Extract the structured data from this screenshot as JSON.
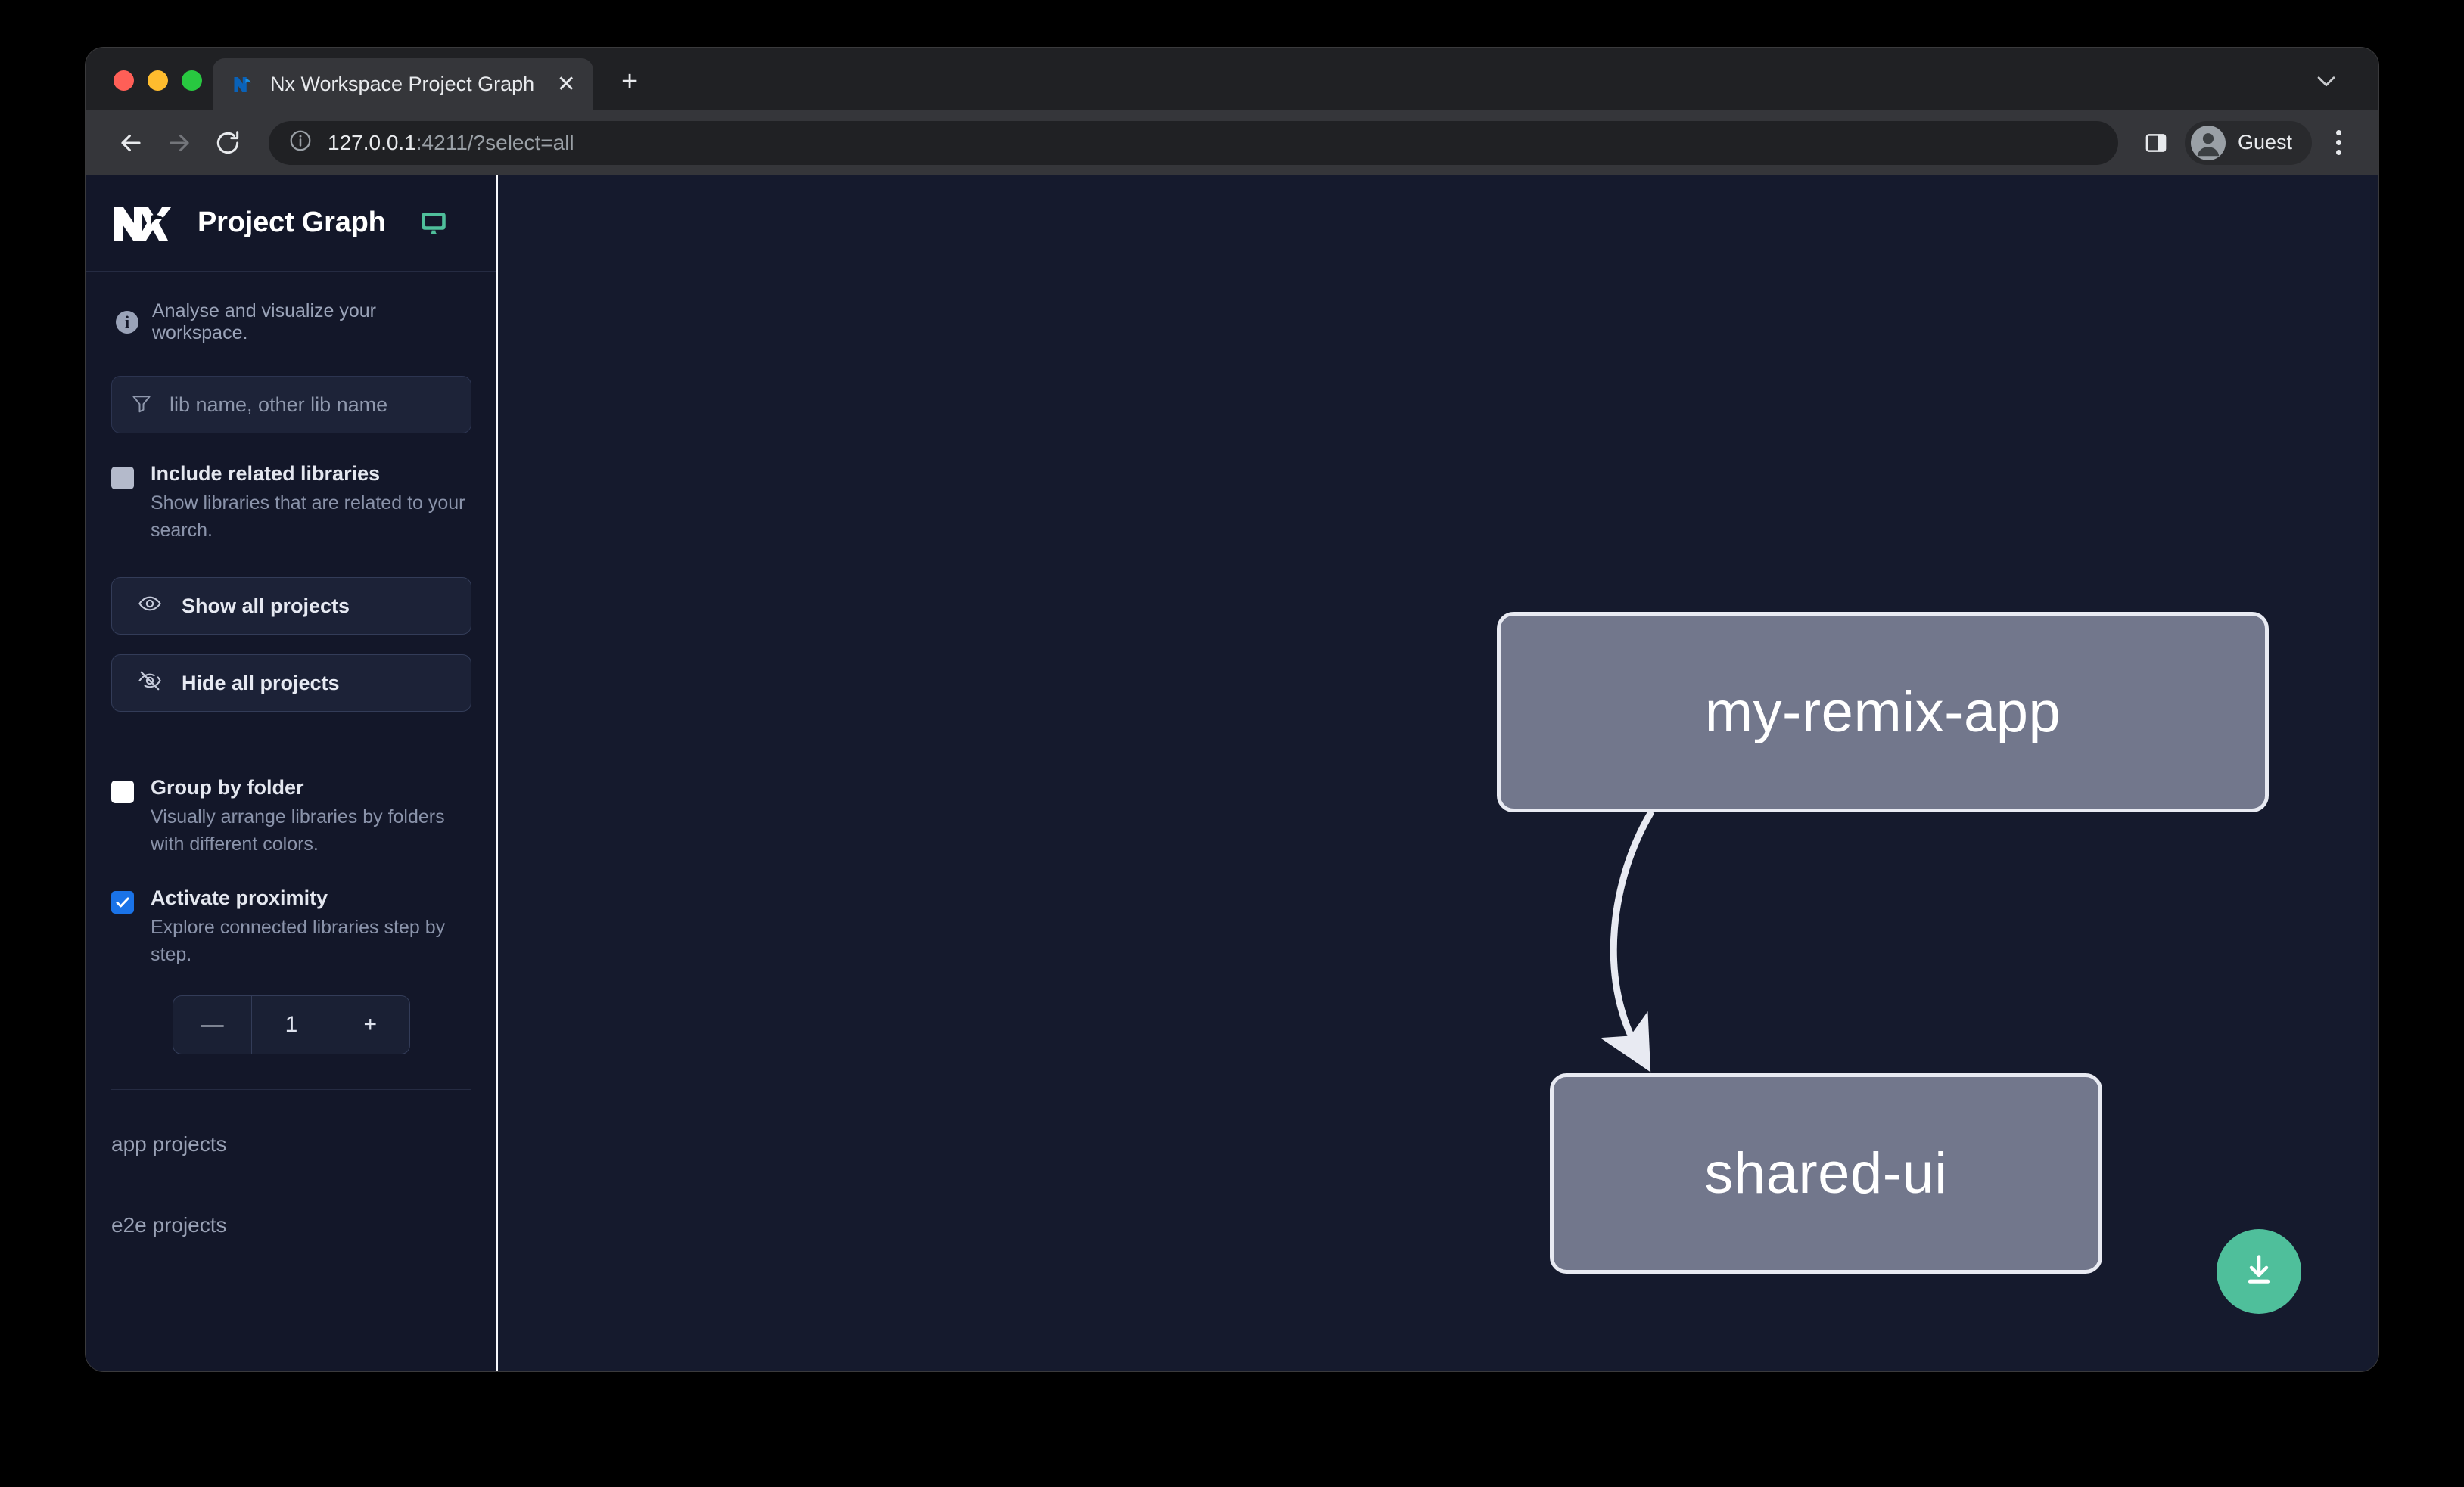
{
  "browser": {
    "tab": {
      "title": "Nx Workspace Project Graph",
      "favicon_icon": "nx-favicon-icon",
      "close_icon": "close-icon"
    },
    "new_tab_label": "+",
    "tabstrip_caret_icon": "chevron-down-icon",
    "toolbar": {
      "back_icon": "arrow-left-icon",
      "forward_icon": "arrow-right-icon",
      "reload_icon": "reload-icon",
      "site_info_icon": "info-circle-icon",
      "url_host": "127.0.0.1",
      "url_rest": ":4211/?select=all",
      "side_panel_icon": "side-panel-icon",
      "profile_name": "Guest",
      "avatar_icon": "person-avatar-icon",
      "menu_icon": "kebab-menu-icon"
    }
  },
  "sidebar": {
    "logo_icon": "nx-logo-icon",
    "title": "Project Graph",
    "monitor_icon": "monitor-icon",
    "hint": {
      "icon": "info-icon",
      "text": "Analyse and visualize your workspace."
    },
    "search": {
      "icon": "filter-funnel-icon",
      "placeholder": "lib name, other lib name",
      "value": ""
    },
    "include_related": {
      "label": "Include related libraries",
      "description": "Show libraries that are related to your search.",
      "checked": false,
      "state": "grey"
    },
    "show_all": {
      "label": "Show all projects",
      "icon": "eye-icon"
    },
    "hide_all": {
      "label": "Hide all projects",
      "icon": "eye-off-icon"
    },
    "group_by_folder": {
      "label": "Group by folder",
      "description": "Visually arrange libraries by folders with different colors.",
      "checked": false,
      "state": "white"
    },
    "activate_proximity": {
      "label": "Activate proximity",
      "description": "Explore connected libraries step by step.",
      "checked": true,
      "state": "blue"
    },
    "stepper": {
      "decrement_label": "—",
      "value": "1",
      "increment_label": "+"
    },
    "project_groups": [
      {
        "label": "app projects"
      },
      {
        "label": "e2e projects"
      }
    ]
  },
  "graph": {
    "nodes": [
      {
        "id": "my-remix-app",
        "label": "my-remix-app"
      },
      {
        "id": "shared-ui",
        "label": "shared-ui"
      }
    ],
    "edges": [
      {
        "from": "my-remix-app",
        "to": "shared-ui",
        "arrow": true
      }
    ],
    "download_button": {
      "icon": "download-icon",
      "color": "#4fbf9b"
    }
  },
  "colors": {
    "canvas_bg": "#151A2D",
    "sidebar_bg": "#131729",
    "node_fill": "#72778c",
    "node_stroke": "#e8eaf2",
    "accent_green": "#4fbf9b",
    "checkbox_blue": "#1a73e8"
  }
}
